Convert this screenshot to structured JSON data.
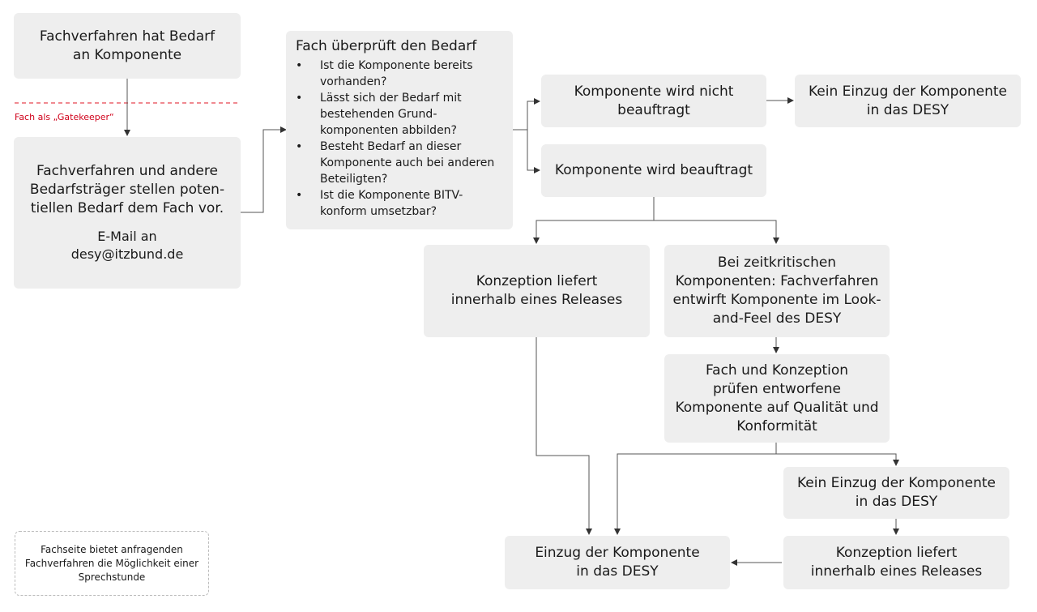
{
  "nodes": {
    "need": {
      "lines": [
        "Fachverfahren hat Bedarf",
        "an Komponente"
      ]
    },
    "present": {
      "lines": [
        "Fachverfahren und andere",
        "Bedarfsträger stellen poten-",
        "tiellen Bedarf dem Fach vor."
      ],
      "email_lines": [
        "E-Mail an",
        "desy@itzbund.de"
      ]
    },
    "check": {
      "title": "Fach überprüft den Bedarf",
      "bullets": [
        [
          "Ist die Komponente bereits",
          "vorhanden?"
        ],
        [
          "Lässt sich der Bedarf mit",
          "bestehenden Grund-",
          "komponenten abbilden?"
        ],
        [
          "Besteht Bedarf an dieser",
          "Komponente auch bei anderen",
          "Beteiligten?"
        ],
        [
          "Ist die Komponente BITV-",
          "konform umsetzbar?"
        ]
      ]
    },
    "not_commissioned": {
      "lines": [
        "Komponente wird nicht",
        "beauftragt"
      ]
    },
    "no_adoption_top": {
      "lines": [
        "Kein Einzug der Komponente",
        "in das DESY"
      ]
    },
    "commissioned": {
      "lines": [
        "Komponente wird beauftragt"
      ]
    },
    "concept_release": {
      "lines": [
        "Konzeption liefert",
        "innerhalb eines Releases"
      ]
    },
    "time_critical": {
      "lines": [
        "Bei zeitkritischen",
        "Komponenten: Fachverfahren",
        "entwirft Komponente im Look-",
        "and-Feel des DESY"
      ]
    },
    "quality_check": {
      "lines": [
        "Fach und Konzeption",
        "prüfen entworfene",
        "Komponente auf Qualität und",
        "Konformität"
      ]
    },
    "no_adoption_bottom": {
      "lines": [
        "Kein Einzug der Komponente",
        "in das DESY"
      ]
    },
    "adoption": {
      "lines": [
        "Einzug der Komponente",
        "in das DESY"
      ]
    },
    "concept_release_bottom": {
      "lines": [
        "Konzeption liefert",
        "innerhalb eines Releases"
      ]
    }
  },
  "gatekeeper_label": "Fach als „Gatekeeper“",
  "note": {
    "lines": [
      "Fachseite bietet anfragenden",
      "Fachverfahren die Möglichkeit einer",
      "Sprechstunde"
    ]
  },
  "colors": {
    "box_fill": "#eeeeee",
    "edge": "#555555",
    "gatekeeper_line": "#e8434f",
    "gatekeeper_text": "#d0021b",
    "note_border": "#bcbcbc"
  }
}
